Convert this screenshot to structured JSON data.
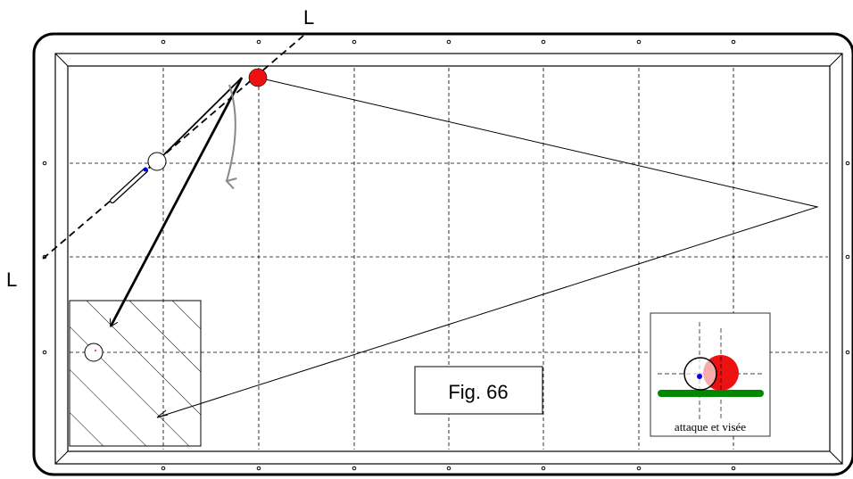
{
  "diagram": {
    "line_label_top": "L",
    "line_label_left": "L",
    "figure_label": "Fig. 66",
    "inset_caption": "attaque et visée"
  },
  "colors": {
    "red_ball": "#ee1111",
    "cushion_green": "#008800",
    "aim_dot": "#0000ee",
    "stroke": "#000000",
    "curve_arrow": "#888888"
  },
  "icons": [
    "cue-stick-icon",
    "red-ball-icon",
    "white-ball-icon",
    "curved-arrow-icon"
  ]
}
